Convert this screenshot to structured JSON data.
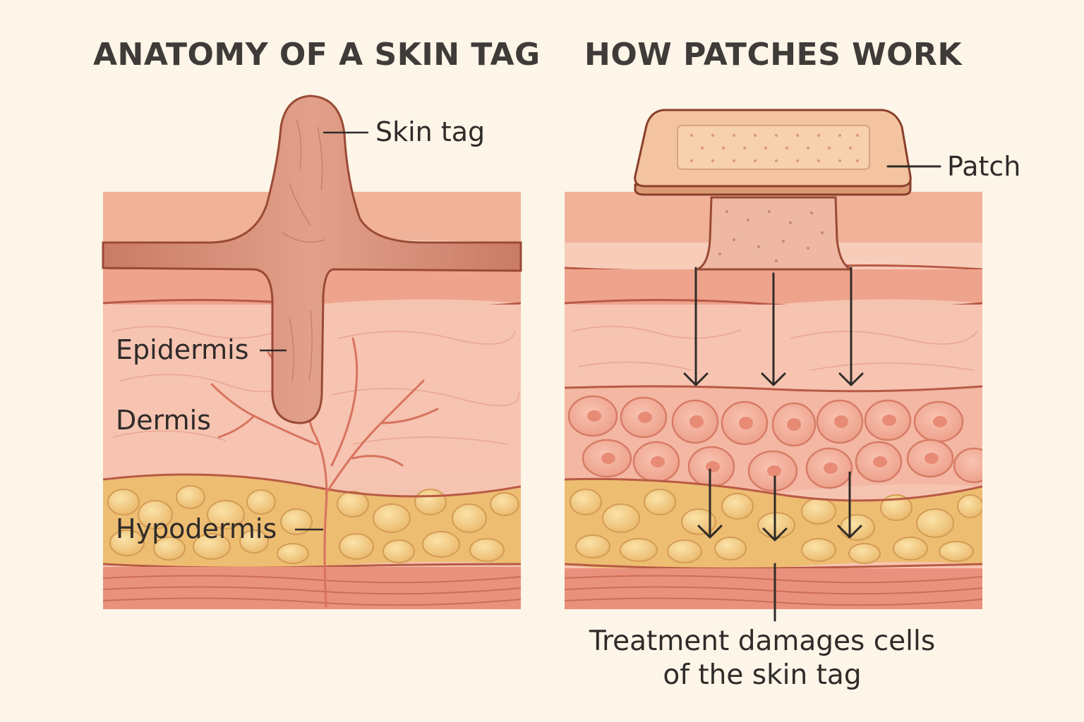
{
  "panels": {
    "left": {
      "title": "ANATOMY OF A SKIN TAG",
      "labels": {
        "skin_tag": "Skin tag",
        "epidermis": "Epidermis",
        "dermis": "Dermis",
        "hypodermis": "Hypodermis"
      }
    },
    "right": {
      "title": "HOW PATCHES WORK",
      "labels": {
        "patch": "Patch"
      },
      "caption_line1": "Treatment damages cells",
      "caption_line2": "of the skin tag"
    }
  },
  "colors": {
    "background": "#fcf5e8",
    "epidermis": "#f1b59a",
    "dermis": "#f5c2ae",
    "hypodermis_fat": "#f2c77e",
    "skin_tag": "#d98d78",
    "outline": "#9a4a34",
    "patch": "#f3c49f"
  }
}
